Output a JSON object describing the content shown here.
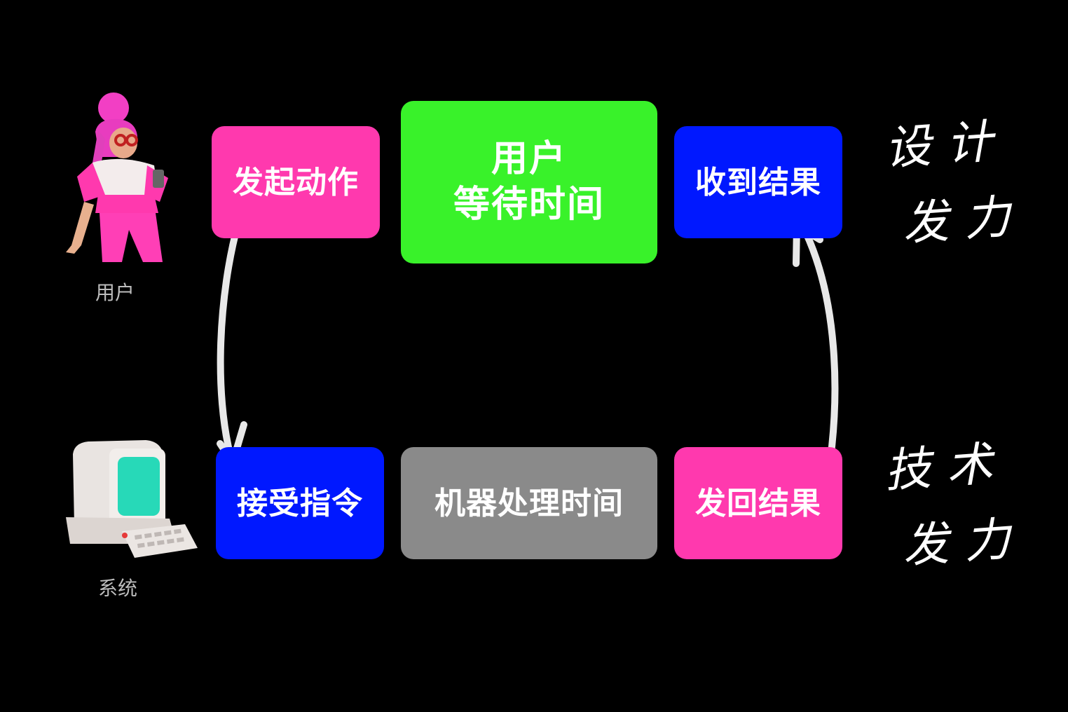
{
  "colors": {
    "background": "#000000",
    "pink": "#ff39ae",
    "green": "#39f22a",
    "blue": "#0018ff",
    "gray": "#8a8a8a",
    "arrow": "#e8e8e8"
  },
  "actors": {
    "user_label": "用户",
    "system_label": "系统"
  },
  "flow": {
    "initiate_action": "发起动作",
    "user_wait_line1": "用户",
    "user_wait_line2": "等待时间",
    "receive_result": "收到结果",
    "accept_command": "接受指令",
    "machine_processing": "机器处理时间",
    "send_back_result": "发回结果"
  },
  "annotations": {
    "design_line1": "设计",
    "design_line2": "发力",
    "tech_line1": "技术",
    "tech_line2": "发力"
  }
}
